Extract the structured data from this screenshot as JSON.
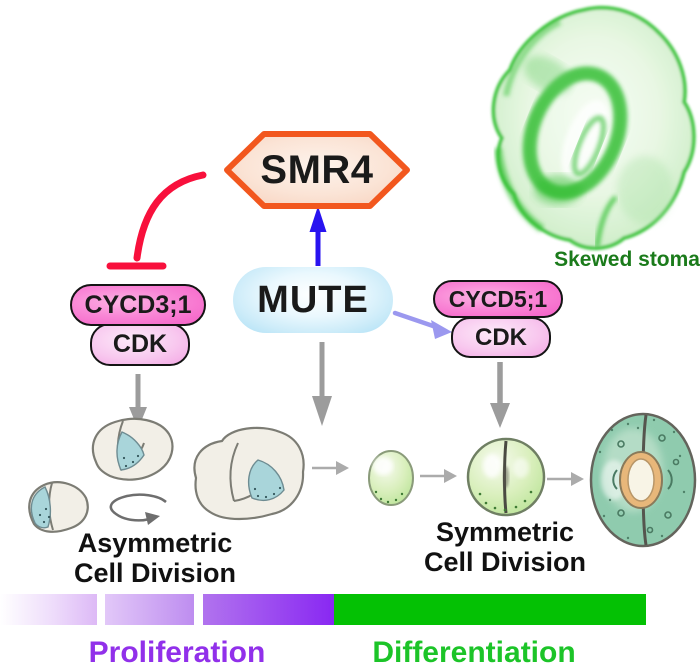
{
  "nodes": {
    "smr4": {
      "label": "SMR4"
    },
    "mute": {
      "label": "MUTE"
    },
    "cycd31": {
      "label": "CYCD3;1"
    },
    "cdk_left": {
      "label": "CDK"
    },
    "cycd51": {
      "label": "CYCD5;1"
    },
    "cdk_right": {
      "label": "CDK"
    }
  },
  "annotations": {
    "skewed_stoma": "Skewed stoma",
    "asymmetric_line1": "Asymmetric",
    "asymmetric_line2": "Cell Division",
    "symmetric_line1": "Symmetric",
    "symmetric_line2": "Cell Division"
  },
  "phase_axis": {
    "proliferation": "Proliferation",
    "differentiation": "Differentiation"
  },
  "colors": {
    "smr4-border": "#F2571E",
    "smr4-fill": "#FAD9C8",
    "mute-fill": "#ABDFF5",
    "cyclin-fill": "#F55FC7",
    "cdk-fill": "#F8C9EF",
    "inhibit-red": "#F8103C",
    "induce-blue": "#2813F0",
    "lavender-arrow": "#9B98EF",
    "arrow-gray": "#9C9C9C",
    "proliferation-purple": "#9130EA",
    "differentiation-green": "#1CC428",
    "green-bar": "#04C104",
    "skewed-stoma-green": "#1B7B1B",
    "meristemoid-teal": "#A9D5DA",
    "gmc-green": "#BEE59C",
    "stoma-teal": "#8FCBAE"
  }
}
